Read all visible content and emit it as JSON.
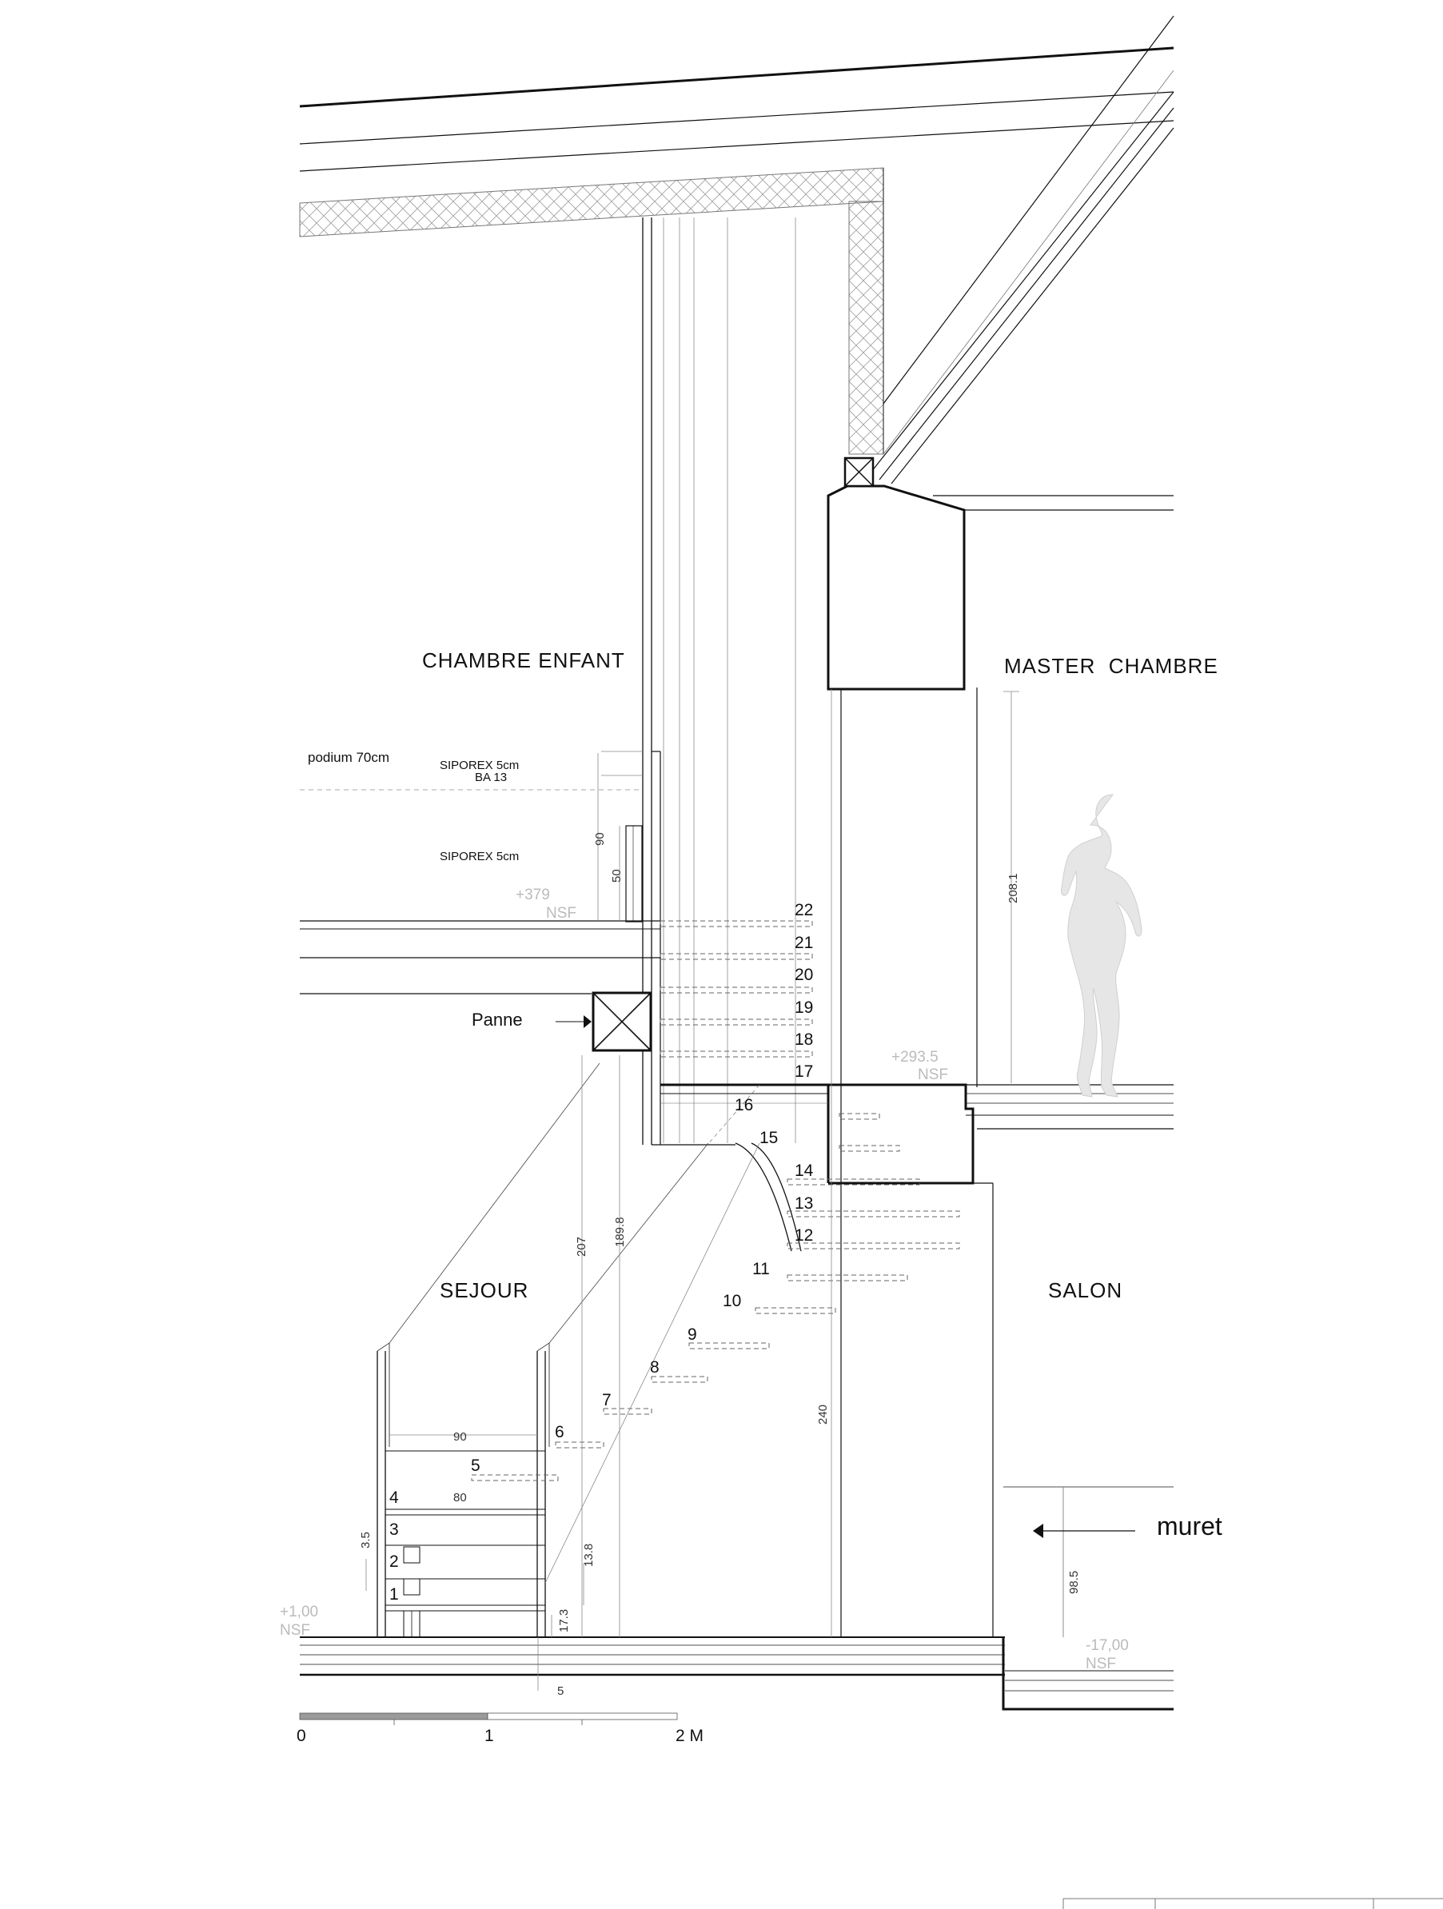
{
  "rooms": {
    "chambre_enfant": "CHAMBRE ENFANT",
    "master_chambre": "MASTER  CHAMBRE",
    "sejour": "SEJOUR",
    "salon": "SALON"
  },
  "annotations": {
    "podium": "podium 70cm",
    "siporex_upper": "SIPOREX 5cm",
    "ba13": "BA 13",
    "siporex_lower": "SIPOREX 5cm",
    "panne": "Panne",
    "muret": "muret"
  },
  "levels": [
    {
      "value": "+379",
      "ref": "NSF"
    },
    {
      "value": "+293.5",
      "ref": "NSF"
    },
    {
      "value": "+1,00",
      "ref": "NSF"
    },
    {
      "value": "-17,00",
      "ref": "NSF"
    }
  ],
  "dimensions": {
    "d90_upper": "90",
    "d50": "50",
    "d208": "208.1",
    "d207": "207",
    "d189": "189.8",
    "d240": "240",
    "d90_rail": "90",
    "d80": "80",
    "d3_5": "3.5",
    "d13_8": "13.8",
    "d17_3": "17.3",
    "d98_5": "98.5",
    "d5": "5"
  },
  "steps": [
    "1",
    "2",
    "3",
    "4",
    "5",
    "6",
    "7",
    "8",
    "9",
    "10",
    "11",
    "12",
    "13",
    "14",
    "15",
    "16",
    "17",
    "18",
    "19",
    "20",
    "21",
    "22"
  ],
  "scale_bar": {
    "zero": "0",
    "one": "1",
    "two": "2 M"
  },
  "colors": {
    "line": "#111111",
    "thin": "#555555",
    "light": "#bbbbbb",
    "figure": "#e6e6e6",
    "scale_fill": "#9a9a9a"
  }
}
